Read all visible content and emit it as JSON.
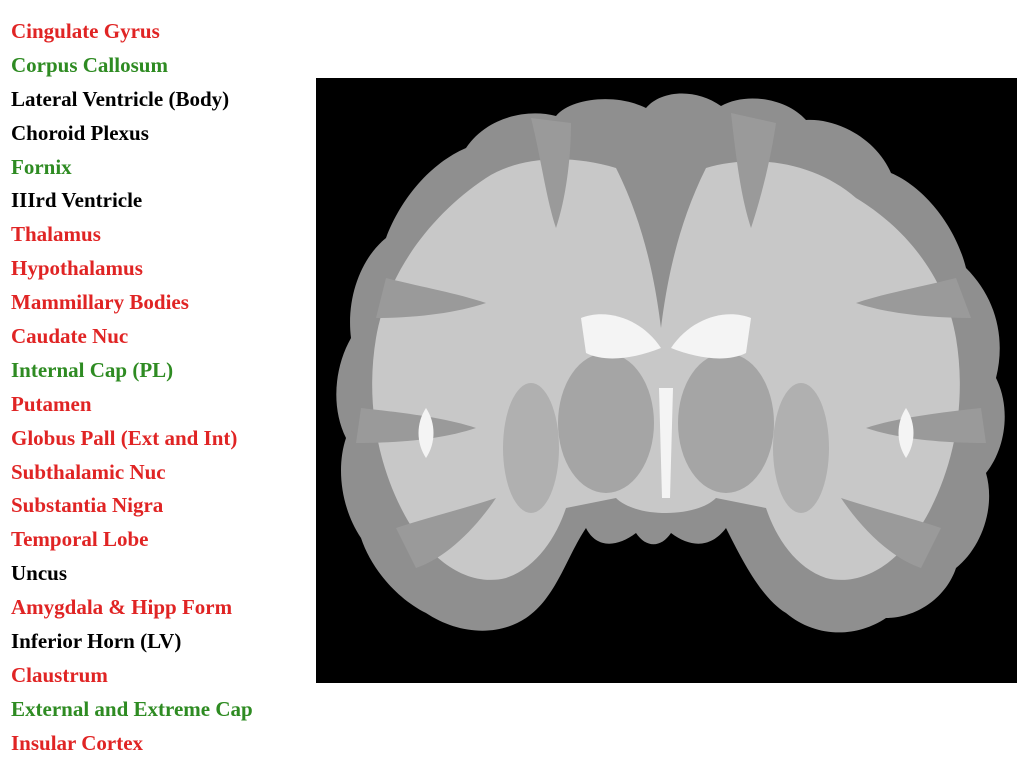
{
  "labels": [
    {
      "text": "Cingulate Gyrus",
      "color": "#e02424"
    },
    {
      "text": "Corpus Callosum",
      "color": "#2e8b22"
    },
    {
      "text": "Lateral Ventricle (Body)",
      "color": "#000000"
    },
    {
      "text": "Choroid Plexus",
      "color": "#000000"
    },
    {
      "text": "Fornix",
      "color": "#2e8b22"
    },
    {
      "text": "IIIrd Ventricle",
      "color": "#000000"
    },
    {
      "text": "Thalamus",
      "color": "#e02424"
    },
    {
      "text": "Hypothalamus",
      "color": "#e02424"
    },
    {
      "text": "Mammillary Bodies",
      "color": "#e02424"
    },
    {
      "text": "Caudate Nuc",
      "color": "#e02424"
    },
    {
      "text": "Internal Cap (PL)",
      "color": "#2e8b22"
    },
    {
      "text": "Putamen",
      "color": "#e02424"
    },
    {
      "text": "Globus Pall (Ext and Int)",
      "color": "#e02424"
    },
    {
      "text": "Subthalamic Nuc",
      "color": "#e02424"
    },
    {
      "text": "Substantia Nigra",
      "color": "#e02424"
    },
    {
      "text": "Temporal Lobe",
      "color": "#e02424"
    },
    {
      "text": "Uncus",
      "color": "#000000"
    },
    {
      "text": "Amygdala & Hipp Form",
      "color": "#e02424"
    },
    {
      "text": "Inferior Horn (LV)",
      "color": "#000000"
    },
    {
      "text": "Claustrum",
      "color": "#e02424"
    },
    {
      "text": "External and Extreme Cap",
      "color": "#2e8b22"
    },
    {
      "text": "Insular Cortex",
      "color": "#e02424"
    }
  ],
  "image": {
    "subject": "coronal brain section photograph",
    "background": "#000000"
  }
}
